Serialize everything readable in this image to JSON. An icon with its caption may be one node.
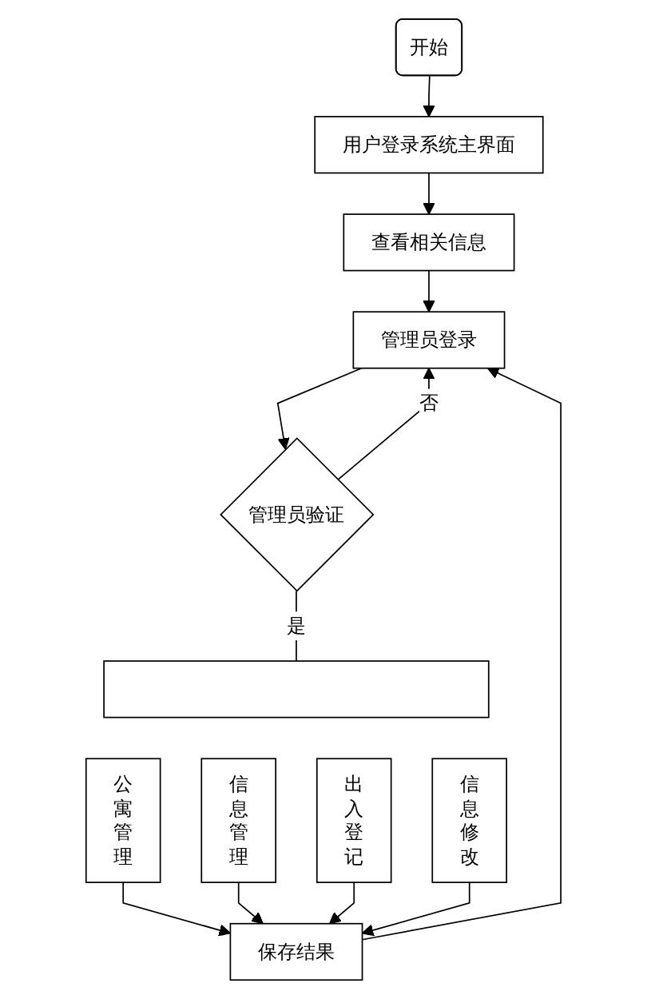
{
  "diagram": {
    "nodes": [
      {
        "text": [
          "开始"
        ]
      },
      {
        "text": [
          "用户登录系统主界面"
        ]
      },
      {
        "text": [
          "查看相关信息"
        ]
      },
      {
        "text": [
          "管理员登录"
        ]
      },
      {
        "text": [
          "管理员验证"
        ]
      },
      {
        "text": [],
        "shape": "box"
      },
      {
        "text": [
          "公寓管理"
        ]
      },
      {
        "text": [
          "信息管理"
        ]
      },
      {
        "text": [
          "出入登记"
        ]
      },
      {
        "text": [
          "信息修改"
        ]
      },
      {
        "text": [
          "保存结果"
        ]
      }
    ],
    "edges": [
      {
        "from": 0,
        "to": 1,
        "arrow": "to"
      },
      {
        "from": 1,
        "to": 2,
        "arrow": "to"
      },
      {
        "from": 2,
        "to": 3,
        "arrow": "to"
      },
      {
        "from": 3,
        "to": 4,
        "arrow": "to"
      },
      {
        "from": 4,
        "to": 3,
        "arrow": "to",
        "label": "否"
      },
      {
        "from": 4,
        "to": 5,
        "arrow": "none",
        "label": "是"
      },
      {
        "from": 6,
        "to": 10,
        "arrow": "to"
      },
      {
        "from": 7,
        "to": 10,
        "arrow": "to"
      },
      {
        "from": 8,
        "to": 10,
        "arrow": "to"
      },
      {
        "from": 9,
        "to": 10,
        "arrow": "to"
      },
      {
        "from": 10,
        "to": 3,
        "arrow": "to"
      }
    ]
  }
}
